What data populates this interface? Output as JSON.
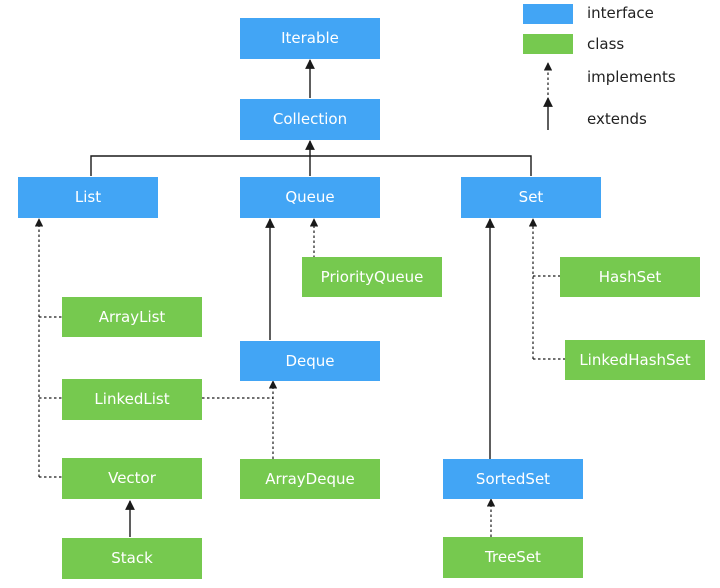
{
  "colors": {
    "interface": "#42a5f5",
    "class": "#76c94f",
    "line": "#1a1a1a"
  },
  "legend": {
    "interface_label": "interface",
    "class_label": "class",
    "implements_label": "implements",
    "extends_label": "extends"
  },
  "nodes": {
    "iterable": "Iterable",
    "collection": "Collection",
    "list": "List",
    "queue": "Queue",
    "set": "Set",
    "priority_queue": "PriorityQueue",
    "array_list": "ArrayList",
    "linked_list": "LinkedList",
    "vector": "Vector",
    "stack": "Stack",
    "deque": "Deque",
    "array_deque": "ArrayDeque",
    "hash_set": "HashSet",
    "linked_hash_set": "LinkedHashSet",
    "sorted_set": "SortedSet",
    "tree_set": "TreeSet"
  }
}
